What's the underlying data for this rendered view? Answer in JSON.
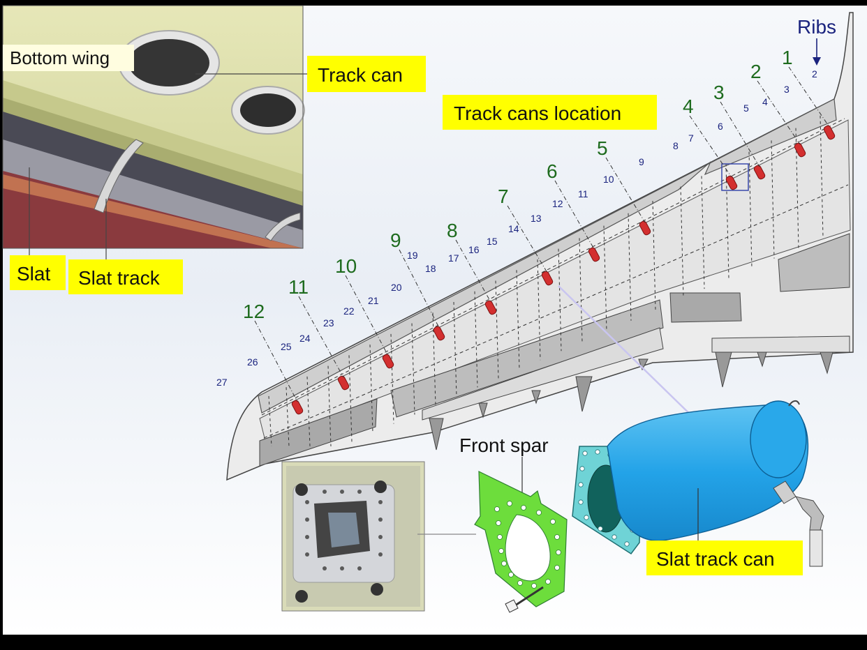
{
  "labels": {
    "bottom_wing": "Bottom wing",
    "track_can": "Track can",
    "slat": "Slat",
    "slat_track": "Slat track",
    "track_cans_location": "Track cans location",
    "ribs": "Ribs",
    "front_spar": "Front spar",
    "slat_track_can": "Slat track can"
  },
  "track_numbers": [
    "1",
    "2",
    "3",
    "4",
    "5",
    "6",
    "7",
    "8",
    "9",
    "10",
    "11",
    "12"
  ],
  "rib_numbers": [
    "2",
    "3",
    "4",
    "5",
    "6",
    "7",
    "8",
    "9",
    "10",
    "11",
    "12",
    "13",
    "14",
    "15",
    "16",
    "17",
    "18",
    "19",
    "20",
    "21",
    "22",
    "23",
    "24",
    "25",
    "26",
    "27"
  ],
  "colors": {
    "label_bg": "#ffff00",
    "track_number": "#1e6b1e",
    "rib_number": "#1a237e",
    "track_can_marker": "#d32f2f",
    "slat_track_can": "#29a8ea",
    "front_spar_plate": "#6ddd3c",
    "gasket": "#6fd3d6"
  }
}
